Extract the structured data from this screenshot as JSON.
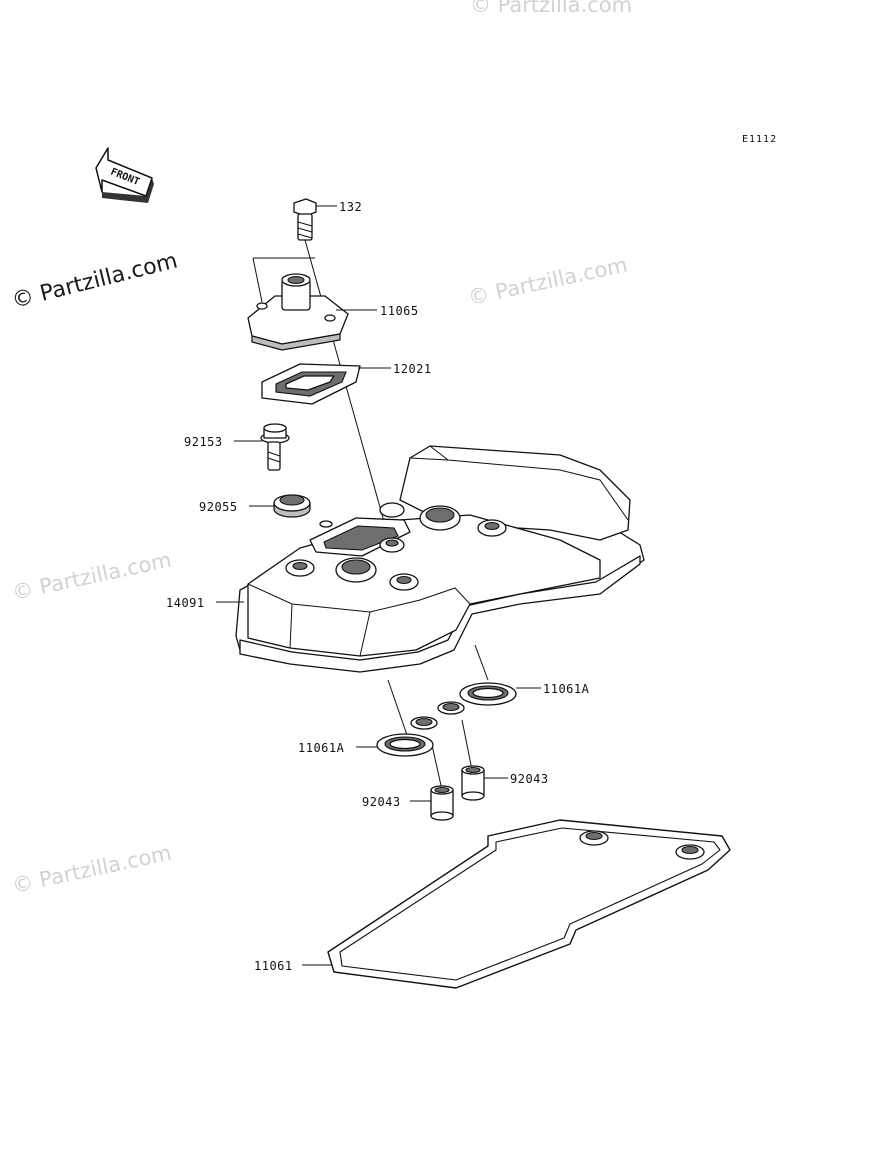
{
  "diagram_ref": "E1112",
  "front_label": "FRONT",
  "watermarks": {
    "primary": "© Partzilla.com",
    "faded": "© Partzilla.com"
  },
  "callouts": [
    {
      "id": "bolt-132",
      "label": "132"
    },
    {
      "id": "breather-cover-11065",
      "label": "11065"
    },
    {
      "id": "gasket-12021",
      "label": "12021"
    },
    {
      "id": "bolt-92153",
      "label": "92153"
    },
    {
      "id": "washer-92055",
      "label": "92055"
    },
    {
      "id": "cylinder-head-cover-14091",
      "label": "14091"
    },
    {
      "id": "gasket-11061A-right",
      "label": "11061A"
    },
    {
      "id": "gasket-11061A-left",
      "label": "11061A"
    },
    {
      "id": "dowel-92043-right",
      "label": "92043"
    },
    {
      "id": "dowel-92043-left",
      "label": "92043"
    },
    {
      "id": "gasket-11061",
      "label": "11061"
    }
  ],
  "colors": {
    "line": "#111111",
    "part_fill": "#ffffff",
    "shade": "#bdbdbd",
    "watermark": "#d2d2d2"
  }
}
